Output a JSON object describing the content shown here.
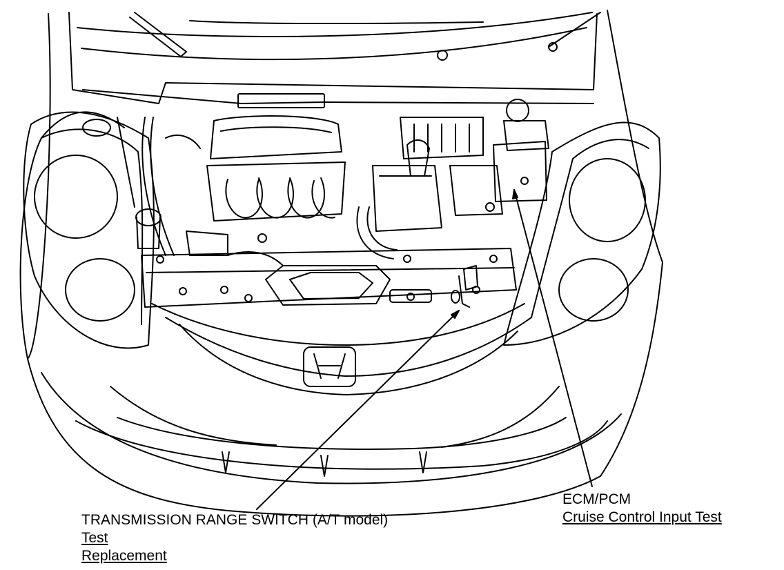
{
  "figure": {
    "subject": "engine-compartment-illustration",
    "line_color": "#000000",
    "background": "#ffffff"
  },
  "callouts": {
    "transmission_range_switch": {
      "heading": "TRANSMISSION RANGE SWITCH (A/T model)",
      "links": [
        "Test",
        "Replacement"
      ]
    },
    "ecm_pcm": {
      "heading": "ECM/PCM",
      "links": [
        "Cruise Control Input Test"
      ]
    }
  }
}
